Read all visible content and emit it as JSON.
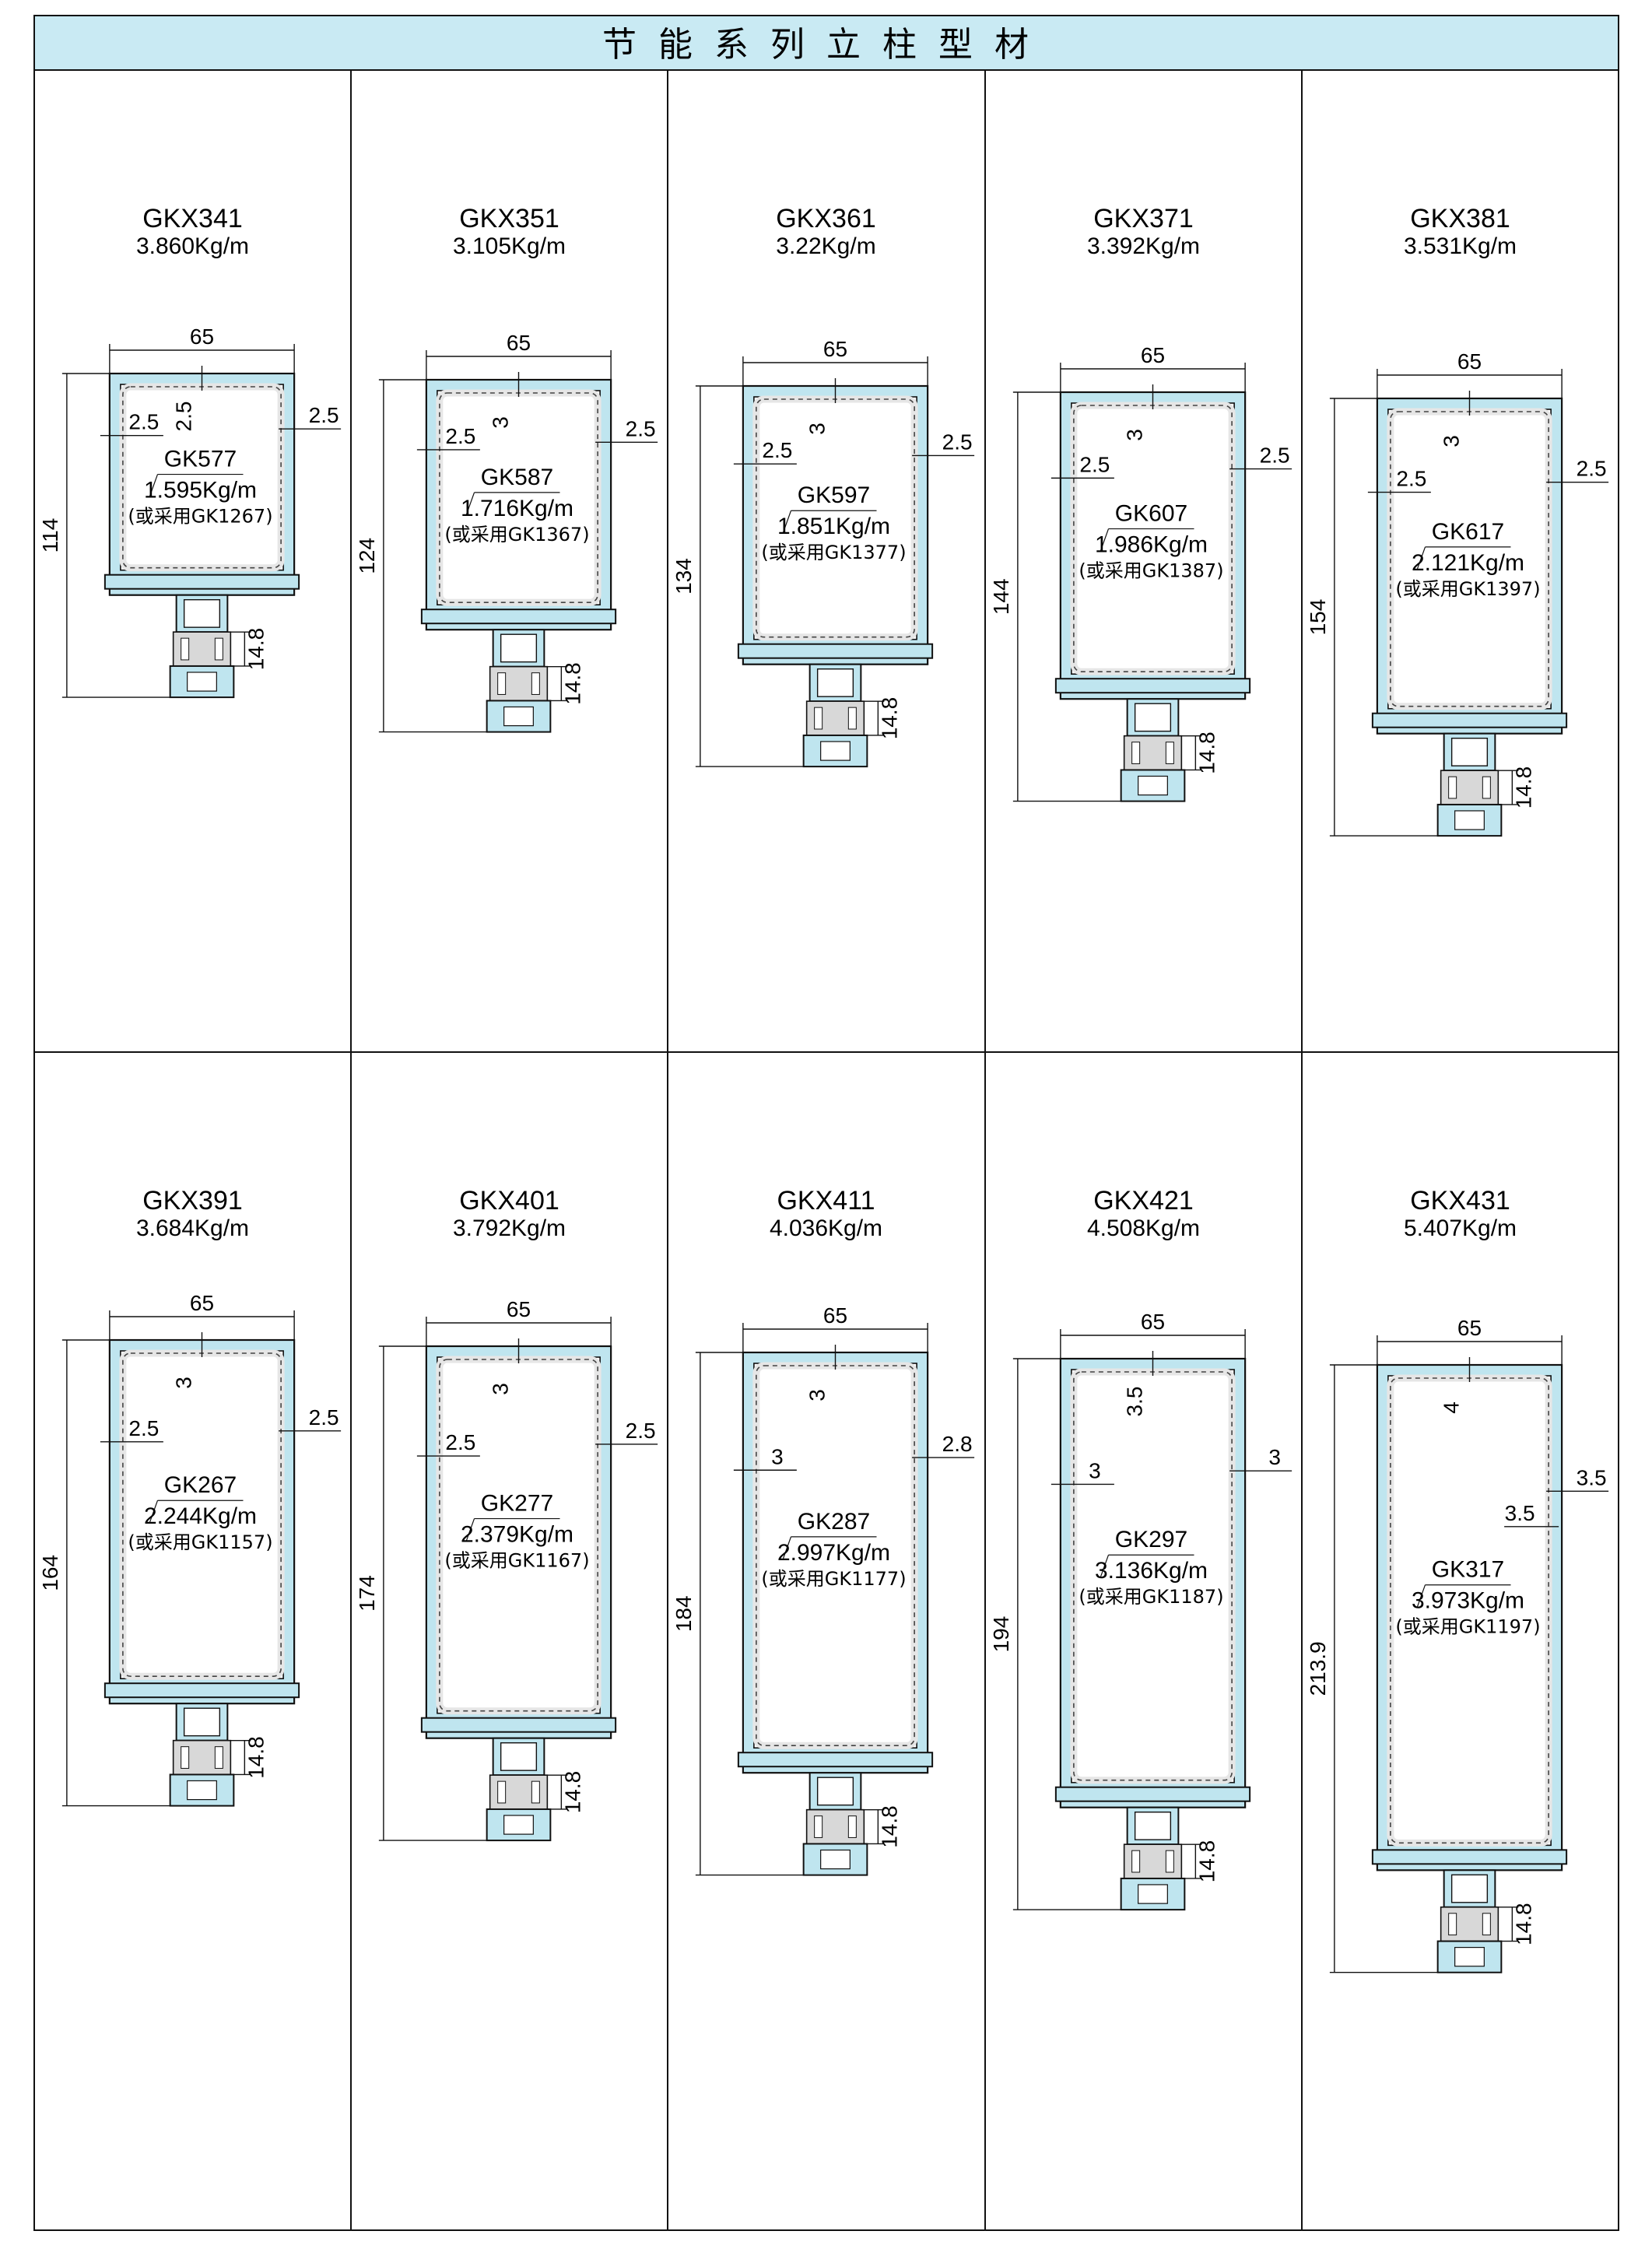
{
  "title": "节能系列立柱型材",
  "colors": {
    "header_bg": "#c9eaf3",
    "profile_fill": "#bfe5ef",
    "outline": "#111111",
    "insulation_fill": "#e6e6e6",
    "insulation_dash": "#444444"
  },
  "profiles": [
    {
      "code": "GKX341",
      "weight": "3.860Kg/m",
      "height": "114",
      "width": "65",
      "top_wall": "2.5",
      "side_wall": "2.5",
      "inner_side_wall": "",
      "right_wall": "2.5",
      "tongue": "14.8",
      "inner_code": "GK577",
      "inner_weight": "1.595Kg/m",
      "alt": "(或采用GK1267)"
    },
    {
      "code": "GKX351",
      "weight": "3.105Kg/m",
      "height": "124",
      "width": "65",
      "top_wall": "3",
      "side_wall": "2.5",
      "inner_side_wall": "",
      "right_wall": "2.5",
      "tongue": "14.8",
      "inner_code": "GK587",
      "inner_weight": "1.716Kg/m",
      "alt": "(或采用GK1367)"
    },
    {
      "code": "GKX361",
      "weight": "3.22Kg/m",
      "height": "134",
      "width": "65",
      "top_wall": "3",
      "side_wall": "2.5",
      "inner_side_wall": "",
      "right_wall": "2.5",
      "tongue": "14.8",
      "inner_code": "GK597",
      "inner_weight": "1.851Kg/m",
      "alt": "(或采用GK1377)"
    },
    {
      "code": "GKX371",
      "weight": "3.392Kg/m",
      "height": "144",
      "width": "65",
      "top_wall": "3",
      "side_wall": "2.5",
      "inner_side_wall": "",
      "right_wall": "2.5",
      "tongue": "14.8",
      "inner_code": "GK607",
      "inner_weight": "1.986Kg/m",
      "alt": "(或采用GK1387)"
    },
    {
      "code": "GKX381",
      "weight": "3.531Kg/m",
      "height": "154",
      "width": "65",
      "top_wall": "3",
      "side_wall": "2.5",
      "inner_side_wall": "",
      "right_wall": "2.5",
      "tongue": "14.8",
      "inner_code": "GK617",
      "inner_weight": "2.121Kg/m",
      "alt": "(或采用GK1397)"
    },
    {
      "code": "GKX391",
      "weight": "3.684Kg/m",
      "height": "164",
      "width": "65",
      "top_wall": "3",
      "side_wall": "2.5",
      "inner_side_wall": "",
      "right_wall": "2.5",
      "tongue": "14.8",
      "inner_code": "GK267",
      "inner_weight": "2.244Kg/m",
      "alt": "(或采用GK1157)"
    },
    {
      "code": "GKX401",
      "weight": "3.792Kg/m",
      "height": "174",
      "width": "65",
      "top_wall": "3",
      "side_wall": "2.5",
      "inner_side_wall": "",
      "right_wall": "2.5",
      "tongue": "14.8",
      "inner_code": "GK277",
      "inner_weight": "2.379Kg/m",
      "alt": "(或采用GK1167)"
    },
    {
      "code": "GKX411",
      "weight": "4.036Kg/m",
      "height": "184",
      "width": "65",
      "top_wall": "3",
      "side_wall": "3",
      "inner_side_wall": "",
      "right_wall": "2.8",
      "tongue": "14.8",
      "inner_code": "GK287",
      "inner_weight": "2.997Kg/m",
      "alt": "(或采用GK1177)"
    },
    {
      "code": "GKX421",
      "weight": "4.508Kg/m",
      "height": "194",
      "width": "65",
      "top_wall": "3.5",
      "side_wall": "3",
      "inner_side_wall": "",
      "right_wall": "3",
      "tongue": "14.8",
      "inner_code": "GK297",
      "inner_weight": "3.136Kg/m",
      "alt": "(或采用GK1187)"
    },
    {
      "code": "GKX431",
      "weight": "5.407Kg/m",
      "height": "213.9",
      "width": "65",
      "top_wall": "4",
      "side_wall": "",
      "inner_side_wall": "3.5",
      "right_wall": "3.5",
      "tongue": "14.8",
      "inner_code": "GK317",
      "inner_weight": "3.973Kg/m",
      "alt": "(或采用GK1197)"
    }
  ]
}
